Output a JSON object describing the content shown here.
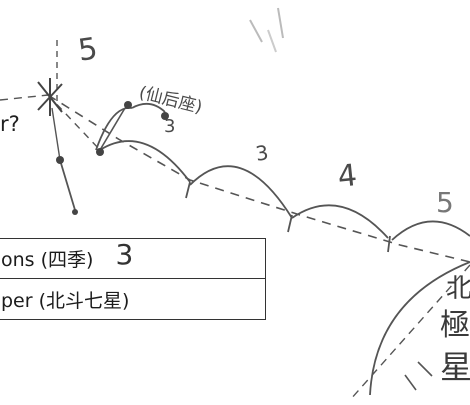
{
  "question_fragment": "r?",
  "table": {
    "rows": [
      {
        "text": "ons (四季)",
        "note": "3"
      },
      {
        "text": "per (北斗七星)"
      }
    ]
  },
  "handwriting": {
    "top_digit": "5",
    "constellation_label": "(仙后座)",
    "arc_numbers": [
      "3",
      "3",
      "4",
      "5"
    ],
    "vertical_chars": [
      "北",
      "極",
      "星"
    ]
  },
  "colors": {
    "ink": "#4a4a4a",
    "printed": "#1c1c1c"
  }
}
